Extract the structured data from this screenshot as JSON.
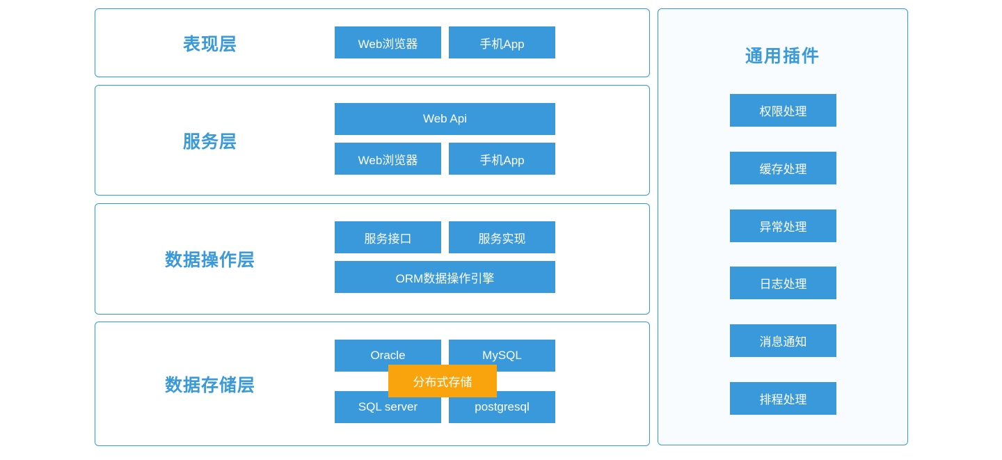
{
  "colors": {
    "primary_blue": "#3999da",
    "accent_orange": "#faa40d",
    "panel_border_blue": "#339ad9",
    "label_blue": "#3a9ad9",
    "plugins_panel_bg": "#f8fcff",
    "block_text": "#ffffff"
  },
  "layers": [
    {
      "label": "表现层",
      "rows": [
        {
          "buttons": [
            "Web浏览器",
            "手机App"
          ]
        }
      ]
    },
    {
      "label": "服务层",
      "rows": [
        {
          "buttons": [
            "Web Api"
          ]
        },
        {
          "buttons": [
            "Web浏览器",
            "手机App"
          ]
        }
      ]
    },
    {
      "label": "数据操作层",
      "rows": [
        {
          "buttons": [
            "服务接口",
            "服务实现"
          ]
        },
        {
          "buttons": [
            "ORM数据操作引擎"
          ]
        }
      ]
    },
    {
      "label": "数据存储层",
      "rows": [
        {
          "buttons": [
            "Oracle",
            "MySQL"
          ]
        },
        {
          "buttons": [
            "SQL server",
            "postgresql"
          ]
        }
      ],
      "overlay": "分布式存储"
    }
  ],
  "plugins": {
    "title": "通用插件",
    "items": [
      "权限处理",
      "缓存处理",
      "异常处理",
      "日志处理",
      "消息通知",
      "排程处理"
    ]
  }
}
